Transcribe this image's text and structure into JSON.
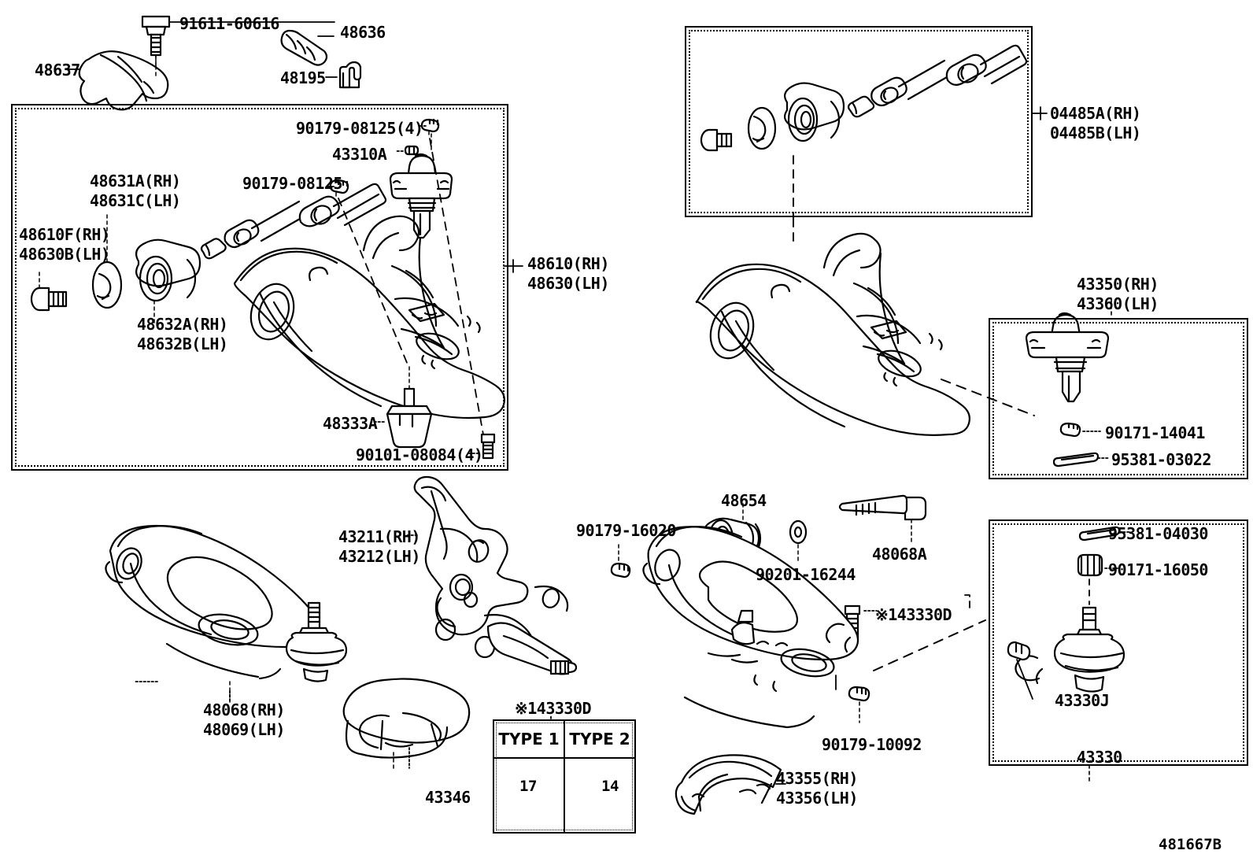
{
  "diagram": {
    "title": "Toyota Front Suspension Control Arm Parts Diagram",
    "reference_code": "481667B"
  },
  "labels": {
    "bolt_91611": "91611-60616",
    "bracket_48637": "48637",
    "bush_48636": "48636",
    "clip_48195": "48195",
    "nut_90179_08125_4": "90179-08125(4)",
    "part_43310a": "43310A",
    "nut_90179_08125": "90179-08125",
    "arm_48631a_rh": "48631A(RH)",
    "arm_48631c_lh": "48631C(LH)",
    "bolt_48610f_rh": "48610F(RH)",
    "bolt_48630b_lh": "48630B(LH)",
    "bush_48632a_rh": "48632A(RH)",
    "bush_48632b_lh": "48632B(LH)",
    "stopper_48333a": "48333A",
    "bolt_90101_08084_4": "90101-08084(4)",
    "arm_48610_rh": "48610(RH)",
    "arm_48630_lh": "48630(LH)",
    "kit_04485a_rh": "04485A(RH)",
    "kit_04485b_lh": "04485B(LH)",
    "joint_43350_rh": "43350(RH)",
    "joint_43360_lh": "43360(LH)",
    "nut_90171_14041": "90171-14041",
    "pin_95381_03022": "95381-03022",
    "pin_95381_04030": "95381-04030",
    "nut_90171_16050": "90171-16050",
    "boot_43330j": "43330J",
    "joint_43330": "43330",
    "arm_48068_rh": "48068(RH)",
    "arm_48069_lh": "48069(LH)",
    "knuckle_43211_rh": "43211(RH)",
    "knuckle_43212_lh": "43212(LH)",
    "cover_43346": "43346",
    "nut_90179_16020": "90179-16020",
    "bush_48654": "48654",
    "washer_90201_16244": "90201-16244",
    "bolt_48068a": "48068A",
    "bolt_note_43330d": "※143330D",
    "nut_90179_10092": "90179-10092",
    "cover_43355_rh": "43355(RH)",
    "cover_43356_lh": "43356(LH)"
  },
  "type_table": {
    "title": "※143330D",
    "columns": [
      {
        "header": "TYPE 1",
        "size": "17"
      },
      {
        "header": "TYPE 2",
        "size": "14"
      }
    ]
  }
}
